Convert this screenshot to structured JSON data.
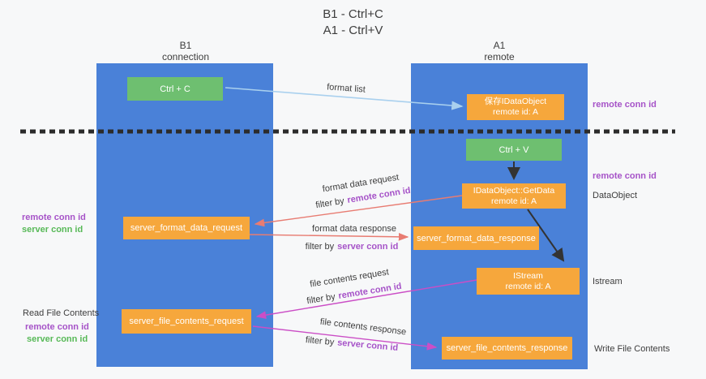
{
  "title": {
    "line1": "B1 - Ctrl+C",
    "line2": "A1 - Ctrl+V"
  },
  "columns": {
    "left": {
      "name": "B1",
      "role": "connection"
    },
    "right": {
      "name": "A1",
      "role": "remote"
    }
  },
  "nodes": {
    "ctrl_c": {
      "label": "Ctrl + C"
    },
    "save_idataobject": {
      "line1": "保存IDataObject",
      "line2": "remote id: A"
    },
    "ctrl_v": {
      "label": "Ctrl + V"
    },
    "getdata": {
      "line1": "IDataObject::GetData",
      "line2": "remote id: A"
    },
    "server_format_data_request": {
      "label": "server_format_data_request"
    },
    "server_format_data_response": {
      "label": "server_format_data_response"
    },
    "istream": {
      "line1": "IStream",
      "line2": "remote id: A"
    },
    "server_file_contents_request": {
      "label": "server_file_contents_request"
    },
    "server_file_contents_response": {
      "label": "server_file_contents_response"
    }
  },
  "edge_labels": {
    "format_list": "format list",
    "format_data_request": "format data request",
    "format_data_response": "format data response",
    "file_contents_request": "file contents request",
    "file_contents_response": "file contents response",
    "filter_by": "filter by",
    "remote_conn_id": "remote conn id",
    "server_conn_id": "server conn id"
  },
  "side_labels": {
    "remote_conn_id": "remote conn id",
    "server_conn_id": "server conn id",
    "dataobject": "DataObject",
    "istream": "Istream",
    "read_file_contents": "Read File Contents",
    "write_file_contents": "Write File Contents"
  },
  "colors": {
    "background": "#f7f8f9",
    "column_blue": "#4a81d8",
    "box_green": "#6ebf70",
    "box_orange": "#f6a73c",
    "text_dark": "#3d3d3d",
    "purple_text": "#a653c8",
    "green_text": "#57b957",
    "arrow_lightblue": "#a9d0ee",
    "arrow_red": "#e87c72",
    "arrow_magenta": "#cb4ec6",
    "arrow_black": "#333333",
    "dashed_line": "#2b2b2b"
  }
}
